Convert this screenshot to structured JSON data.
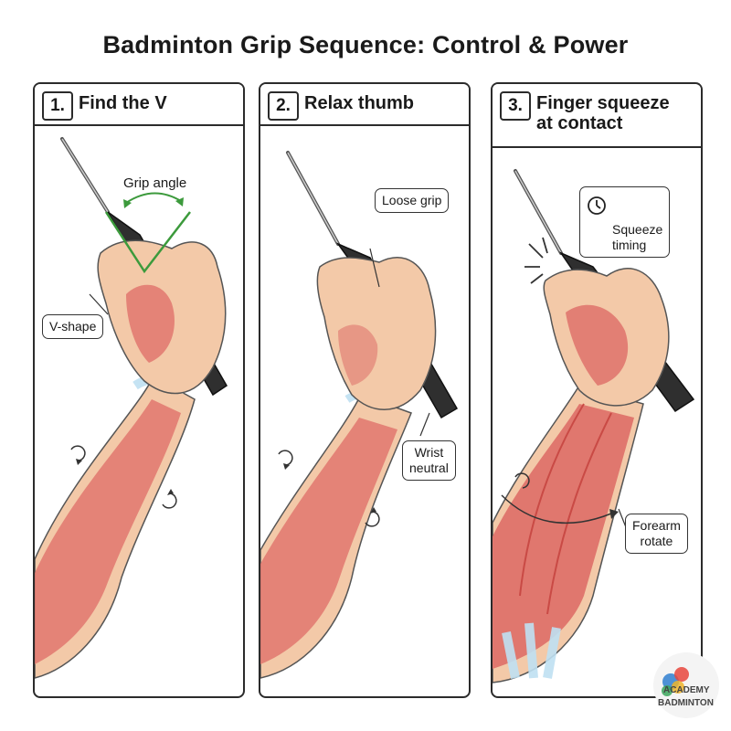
{
  "title": "Badminton Grip Sequence: Control & Power",
  "panels": [
    {
      "number": "1.",
      "label": "Find the V"
    },
    {
      "number": "2.",
      "label": "Relax thumb"
    },
    {
      "number": "3.",
      "label": "Finger squeeze\nat contact"
    }
  ],
  "annotations": {
    "grip_angle": "Grip angle",
    "v_shape": "V-shape",
    "loose_grip": "Loose grip",
    "wrist_neutral": "Wrist\nneutral",
    "squeeze_timing": "Squeeze\ntiming",
    "forearm_rotate": "Forearm\nrotate"
  },
  "logo": {
    "line1": "ACADEMY",
    "line2": "BADMINTON"
  },
  "colors": {
    "muscle": "#e0776e",
    "skin": "#f3c9a8",
    "tendon": "#bfe0f2",
    "v_guide": "#3c9a3c"
  },
  "icons": [
    "rotate-arrow-icon",
    "clock-icon",
    "impact-burst-icon"
  ]
}
